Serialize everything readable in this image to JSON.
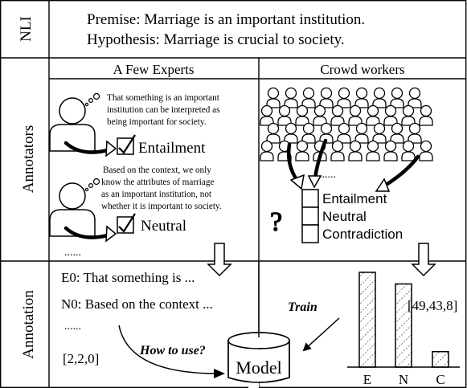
{
  "nli": {
    "row_label": "NLI",
    "premise": "Premise: Marriage is an important institution.",
    "hypothesis": "Hypothesis: Marriage is crucial to society."
  },
  "annotators": {
    "row_label": "Annotators",
    "experts": {
      "heading": "A Few Experts",
      "thought1": [
        "That something is an important",
        "institution can be interpreted as",
        "being important for society."
      ],
      "label1": "Entailment",
      "thought2": [
        "Based on the context, we only",
        "know the attributes of marriage",
        "as an important institution, not",
        "whether it is important to society."
      ],
      "label2": "Neutral",
      "ellipsis": "......"
    },
    "crowd": {
      "heading": "Crowd workers",
      "ellipsis": "......",
      "question_mark": "?",
      "options": [
        "Entailment",
        "Neutral",
        "Contradiction"
      ]
    }
  },
  "annotation": {
    "row_label": "Annotation",
    "expert_lines": [
      "E0: That something is ...",
      "N0: Based on the context ..."
    ],
    "ellipsis": "......",
    "expert_counts": "[2,2,0]",
    "how_to_use": "How to use?",
    "model": "Model",
    "train": "Train",
    "crowd_counts": "[49,43,8]"
  },
  "chart_data": {
    "type": "bar",
    "categories": [
      "E",
      "N",
      "C"
    ],
    "values": [
      49,
      43,
      8
    ],
    "ylim": [
      0,
      49
    ]
  }
}
